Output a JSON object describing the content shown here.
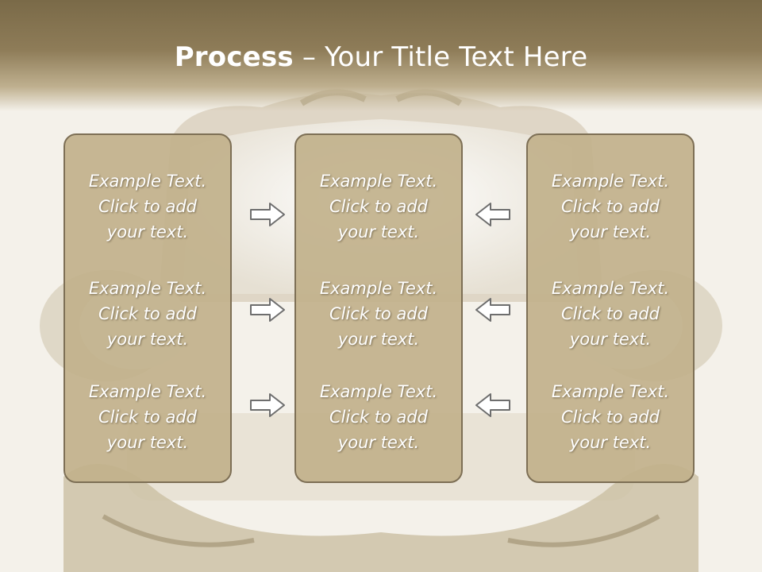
{
  "title": {
    "bold": "Process",
    "rest": " – Your Title Text Here"
  },
  "panels": [
    {
      "blocks": [
        {
          "l1": "Example Text.",
          "l2": "Click  to add",
          "l3": "your text."
        },
        {
          "l1": "Example Text.",
          "l2": "Click  to add",
          "l3": "your text."
        },
        {
          "l1": "Example Text.",
          "l2": "Click  to add",
          "l3": "your text."
        }
      ]
    },
    {
      "blocks": [
        {
          "l1": "Example Text.",
          "l2": "Click  to add",
          "l3": "your text."
        },
        {
          "l1": "Example Text.",
          "l2": "Click  to add",
          "l3": "your text."
        },
        {
          "l1": "Example Text.",
          "l2": "Click  to add",
          "l3": "your text."
        }
      ]
    },
    {
      "blocks": [
        {
          "l1": "Example Text.",
          "l2": "Click  to add",
          "l3": "your text."
        },
        {
          "l1": "Example Text.",
          "l2": "Click  to add",
          "l3": "your text."
        },
        {
          "l1": "Example Text.",
          "l2": "Click  to add",
          "l3": "your text."
        }
      ]
    }
  ],
  "arrows": {
    "left_column": "right-arrow-icon",
    "right_column": "left-arrow-icon"
  },
  "colors": {
    "panel_fill": "#c1b18b",
    "panel_border": "#7d6f55",
    "header": "#7a6a48",
    "text": "#ffffff"
  }
}
